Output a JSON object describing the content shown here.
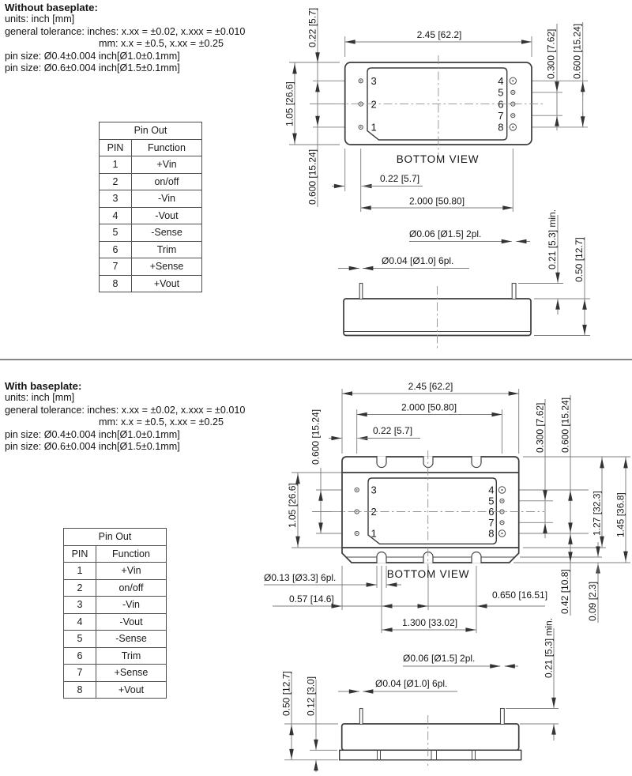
{
  "colors": {
    "drawing_line": "#3b3b3b",
    "dim_line": "#7c7c7c",
    "divider": "#878787"
  },
  "s1": {
    "heading": "Without baseplate:",
    "notes": [
      "units: inch [mm]",
      "general tolerance: inches: x.xx = ±0.02, x.xxx = ±0.010",
      "mm: x.x = ±0.5, x.xx = ±0.25",
      "pin size: Ø0.4±0.004 inch[Ø1.0±0.1mm]",
      "pin size: Ø0.6±0.004 inch[Ø1.5±0.1mm]"
    ],
    "pinout": {
      "title": "Pin Out",
      "col_pin": "PIN",
      "col_function": "Function",
      "rows": [
        [
          "1",
          "+Vin"
        ],
        [
          "2",
          "on/off"
        ],
        [
          "3",
          "-Vin"
        ],
        [
          "4",
          "-Vout"
        ],
        [
          "5",
          "-Sense"
        ],
        [
          "6",
          "Trim"
        ],
        [
          "7",
          "+Sense"
        ],
        [
          "8",
          "+Vout"
        ]
      ]
    },
    "bv": {
      "label": "BOTTOM VIEW",
      "width": "2.45 [62.2]",
      "pin_offset_v": "0.22 [5.7]",
      "pin_span_v": "0.600 [15.24]",
      "body_height": "1.05 [26.6]",
      "right_inner": "0.300 [7.62]",
      "right_outer": "0.600 [15.24]",
      "pin_offset_h": "0.22 [5.7]",
      "pin_span_h": "2.000 [50.80]",
      "pins_left": [
        "3",
        "2",
        "1"
      ],
      "pins_right": [
        "4",
        "5",
        "6",
        "7",
        "8"
      ]
    },
    "sv": {
      "pin_dia_big": "Ø0.06 [Ø1.5]  2pl.",
      "pin_dia_small": "Ø0.04 [Ø1.0]  6pl.",
      "pin_length": "0.21 [5.3]  min.",
      "height": "0.50 [12.7]"
    }
  },
  "s2": {
    "heading": "With baseplate:",
    "notes": [
      "units: inch [mm]",
      "general tolerance: inches: x.xx = ±0.02, x.xxx = ±0.010",
      "mm: x.x = ±0.5, x.xx = ±0.25",
      "pin size: Ø0.4±0.004 inch[Ø1.0±0.1mm]",
      "pin size: Ø0.6±0.004 inch[Ø1.5±0.1mm]"
    ],
    "pinout": {
      "title": "Pin Out",
      "col_pin": "PIN",
      "col_function": "Function",
      "rows": [
        [
          "1",
          "+Vin"
        ],
        [
          "2",
          "on/off"
        ],
        [
          "3",
          "-Vin"
        ],
        [
          "4",
          "-Vout"
        ],
        [
          "5",
          "-Sense"
        ],
        [
          "6",
          "Trim"
        ],
        [
          "7",
          "+Sense"
        ],
        [
          "8",
          "+Vout"
        ]
      ]
    },
    "bv": {
      "label": "BOTTOM VIEW",
      "width": "2.45 [62.2]",
      "pin_span_h": "2.000 [50.80]",
      "pin_offset_h": "0.22 [5.7]",
      "pin_span_v": "0.600 [15.24]",
      "body_height": "1.05 [26.6]",
      "right_inner": "0.300 [7.62]",
      "right_outer": "0.600 [15.24]",
      "plate_to_body": "1.27 [32.3]",
      "plate_height": "1.45 [36.8]",
      "pin_to_plate": "0.42 [10.8]",
      "flange_lip": "0.09 [2.3]",
      "slot_dia": "Ø0.13 [Ø3.3]  6pl.",
      "slot_offset": "0.57 [14.6]",
      "slot_half_span": "0.650 [16.51]",
      "slot_span": "1.300 [33.02]",
      "pins_left": [
        "3",
        "2",
        "1"
      ],
      "pins_right": [
        "4",
        "5",
        "6",
        "7",
        "8"
      ]
    },
    "sv": {
      "pin_dia_big": "Ø0.06 [Ø1.5]  2pl.",
      "pin_dia_small": "Ø0.04 [Ø1.0]  6pl.",
      "pin_length": "0.21 [5.3]  min.",
      "height": "0.50 [12.7]",
      "plate_thickness": "0.12 [3.0]"
    }
  }
}
